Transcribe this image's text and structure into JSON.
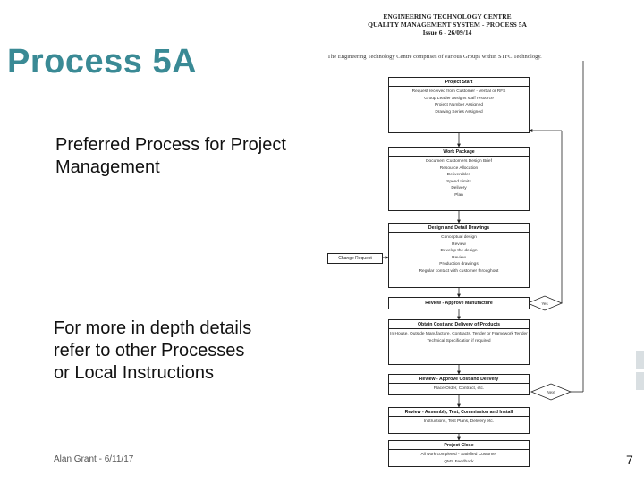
{
  "slide": {
    "title": "Process 5A",
    "subtitle": "Preferred Process for Project Management",
    "note": "For more in depth details refer to other Processes or Local Instructions",
    "footer": "Alan Grant - 6/11/17",
    "page_number": "7"
  },
  "document": {
    "header_line1": "ENGINEERING TECHNOLOGY CENTRE",
    "header_line2": "QUALITY MANAGEMENT SYSTEM - PROCESS 5A",
    "header_line3": "Issue 6 - 26/09/14",
    "intro": "The Engineering Technology Centre comprises of various Groups within STFC Technology.",
    "boxes": [
      {
        "title": "Project Start",
        "lines": [
          "Request received from Customer - Verbal or RFS",
          "Group Leader assigns staff resource",
          "Project Number Assigned",
          "Drawing Series Assigned"
        ]
      },
      {
        "title": "Work Package",
        "lines": [
          "Document Customers Design Brief",
          "Resource Allocation",
          "Deliverables",
          "Spend Limits",
          "Delivery",
          "Plan"
        ]
      },
      {
        "title": "Design and Detail Drawings",
        "lines": [
          "Conceptual design",
          "Review",
          "Develop the design",
          "Review",
          "Production drawings",
          "Regular contact with customer throughout"
        ]
      },
      {
        "title": "Review - Approve Manufacture",
        "lines": []
      },
      {
        "title": "Obtain Cost and Delivery of Products",
        "lines": [
          "In House, Outside Manufacture, Contracts, Tender or Framework Tender",
          "Technical Specification if required"
        ]
      },
      {
        "title": "Review - Approve Cost and Delivery",
        "lines": [
          "Place Order, Contract, etc."
        ]
      },
      {
        "title": "Review - Assembly, Test, Commission and Install",
        "lines": [
          "Instructions, Test Plans, Delivery etc."
        ]
      },
      {
        "title": "Project Close",
        "lines": [
          "All work completed - Satisfied Customer",
          "QMS Feedback"
        ]
      }
    ],
    "change_request": "Change Request",
    "decision_label_1": "Yes",
    "decision_label_2": "Next"
  }
}
